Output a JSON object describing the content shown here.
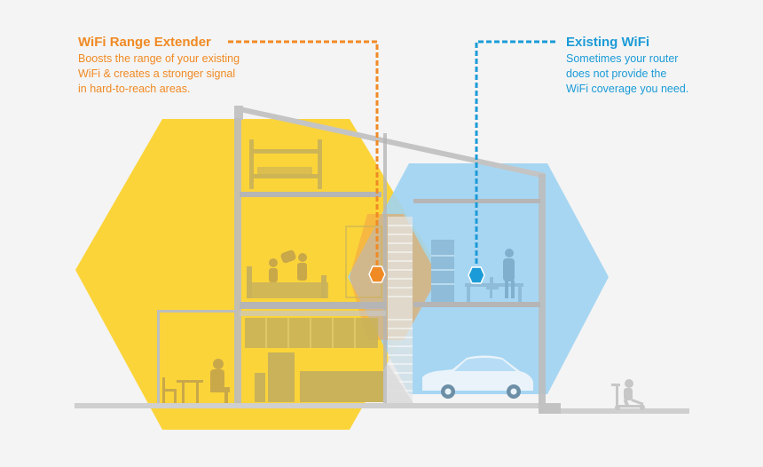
{
  "colors": {
    "background": "#f4f4f4",
    "extender": "#f08a24",
    "wifi": "#1b9bd7",
    "yellow_zone": "#fbd43a",
    "blue_zone": "#9fd3f2",
    "structure": "#b9b9b9",
    "furniture": "#c9c9c9"
  },
  "extender": {
    "title": "WiFi Range Extender",
    "lines": [
      "Boosts the range of your existing",
      "WiFi & creates a stronger signal",
      "in hard-to-reach areas."
    ],
    "icon": "hexagon-node-icon"
  },
  "existing_wifi": {
    "title": "Existing WiFi",
    "lines": [
      "Sometimes your router",
      "does not provide the",
      "WiFi coverage you need."
    ],
    "icon": "hexagon-node-icon"
  }
}
